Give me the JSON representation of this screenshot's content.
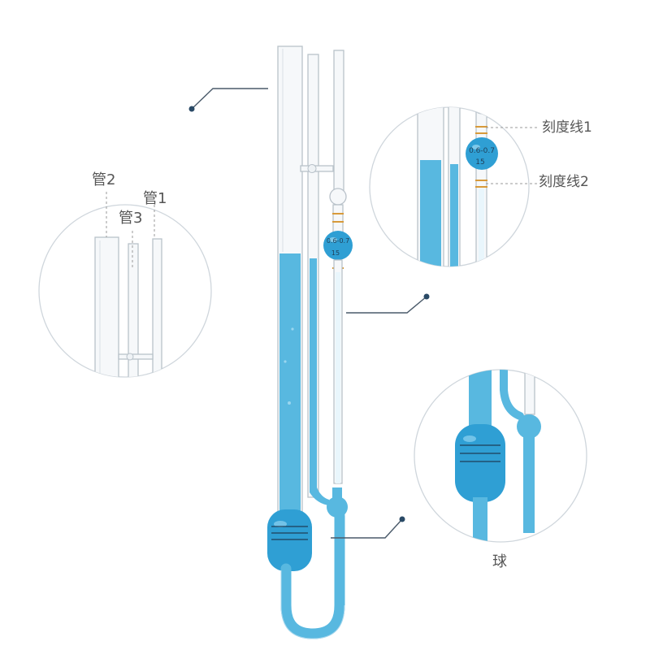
{
  "labels": {
    "tube2": "管2",
    "tube1": "管1",
    "tube3": "管3",
    "mark_line_1": "刻度线1",
    "mark_line_2": "刻度线2",
    "bulb": "球"
  },
  "bulb_etching": {
    "range": "0.6-0.7",
    "number": "15"
  },
  "colors": {
    "liquid": "#58b8e0",
    "liquid_dark": "#2f9fd4",
    "glass": "#f6f8fa",
    "mark": "#d89a3a"
  }
}
